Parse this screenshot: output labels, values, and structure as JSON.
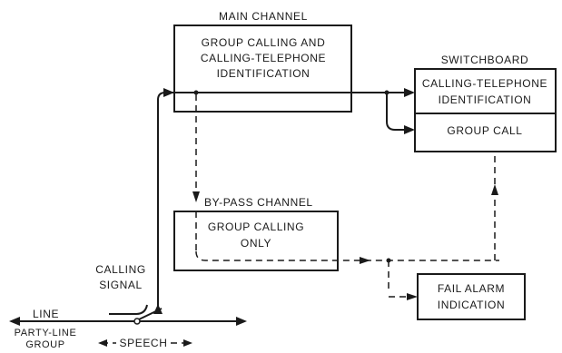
{
  "labels": {
    "main_channel": "MAIN CHANNEL",
    "switchboard": "SWITCHBOARD",
    "bypass_channel": "BY-PASS CHANNEL",
    "calling_signal_1": "CALLING",
    "calling_signal_2": "SIGNAL",
    "line": "LINE",
    "party_line_group_1": "PARTY-LINE",
    "party_line_group_2": "GROUP",
    "speech": "SPEECH"
  },
  "boxes": {
    "main": {
      "line1": "GROUP CALLING AND",
      "line2": "CALLING-TELEPHONE",
      "line3": "IDENTIFICATION"
    },
    "switchboard_ident": {
      "line1": "CALLING-TELEPHONE",
      "line2": "IDENTIFICATION"
    },
    "switchboard_group_call": {
      "line1": "GROUP  CALL"
    },
    "bypass": {
      "line1": "GROUP CALLING",
      "line2": "ONLY"
    },
    "fail_alarm": {
      "line1": "FAIL ALARM",
      "line2": "INDICATION"
    }
  }
}
